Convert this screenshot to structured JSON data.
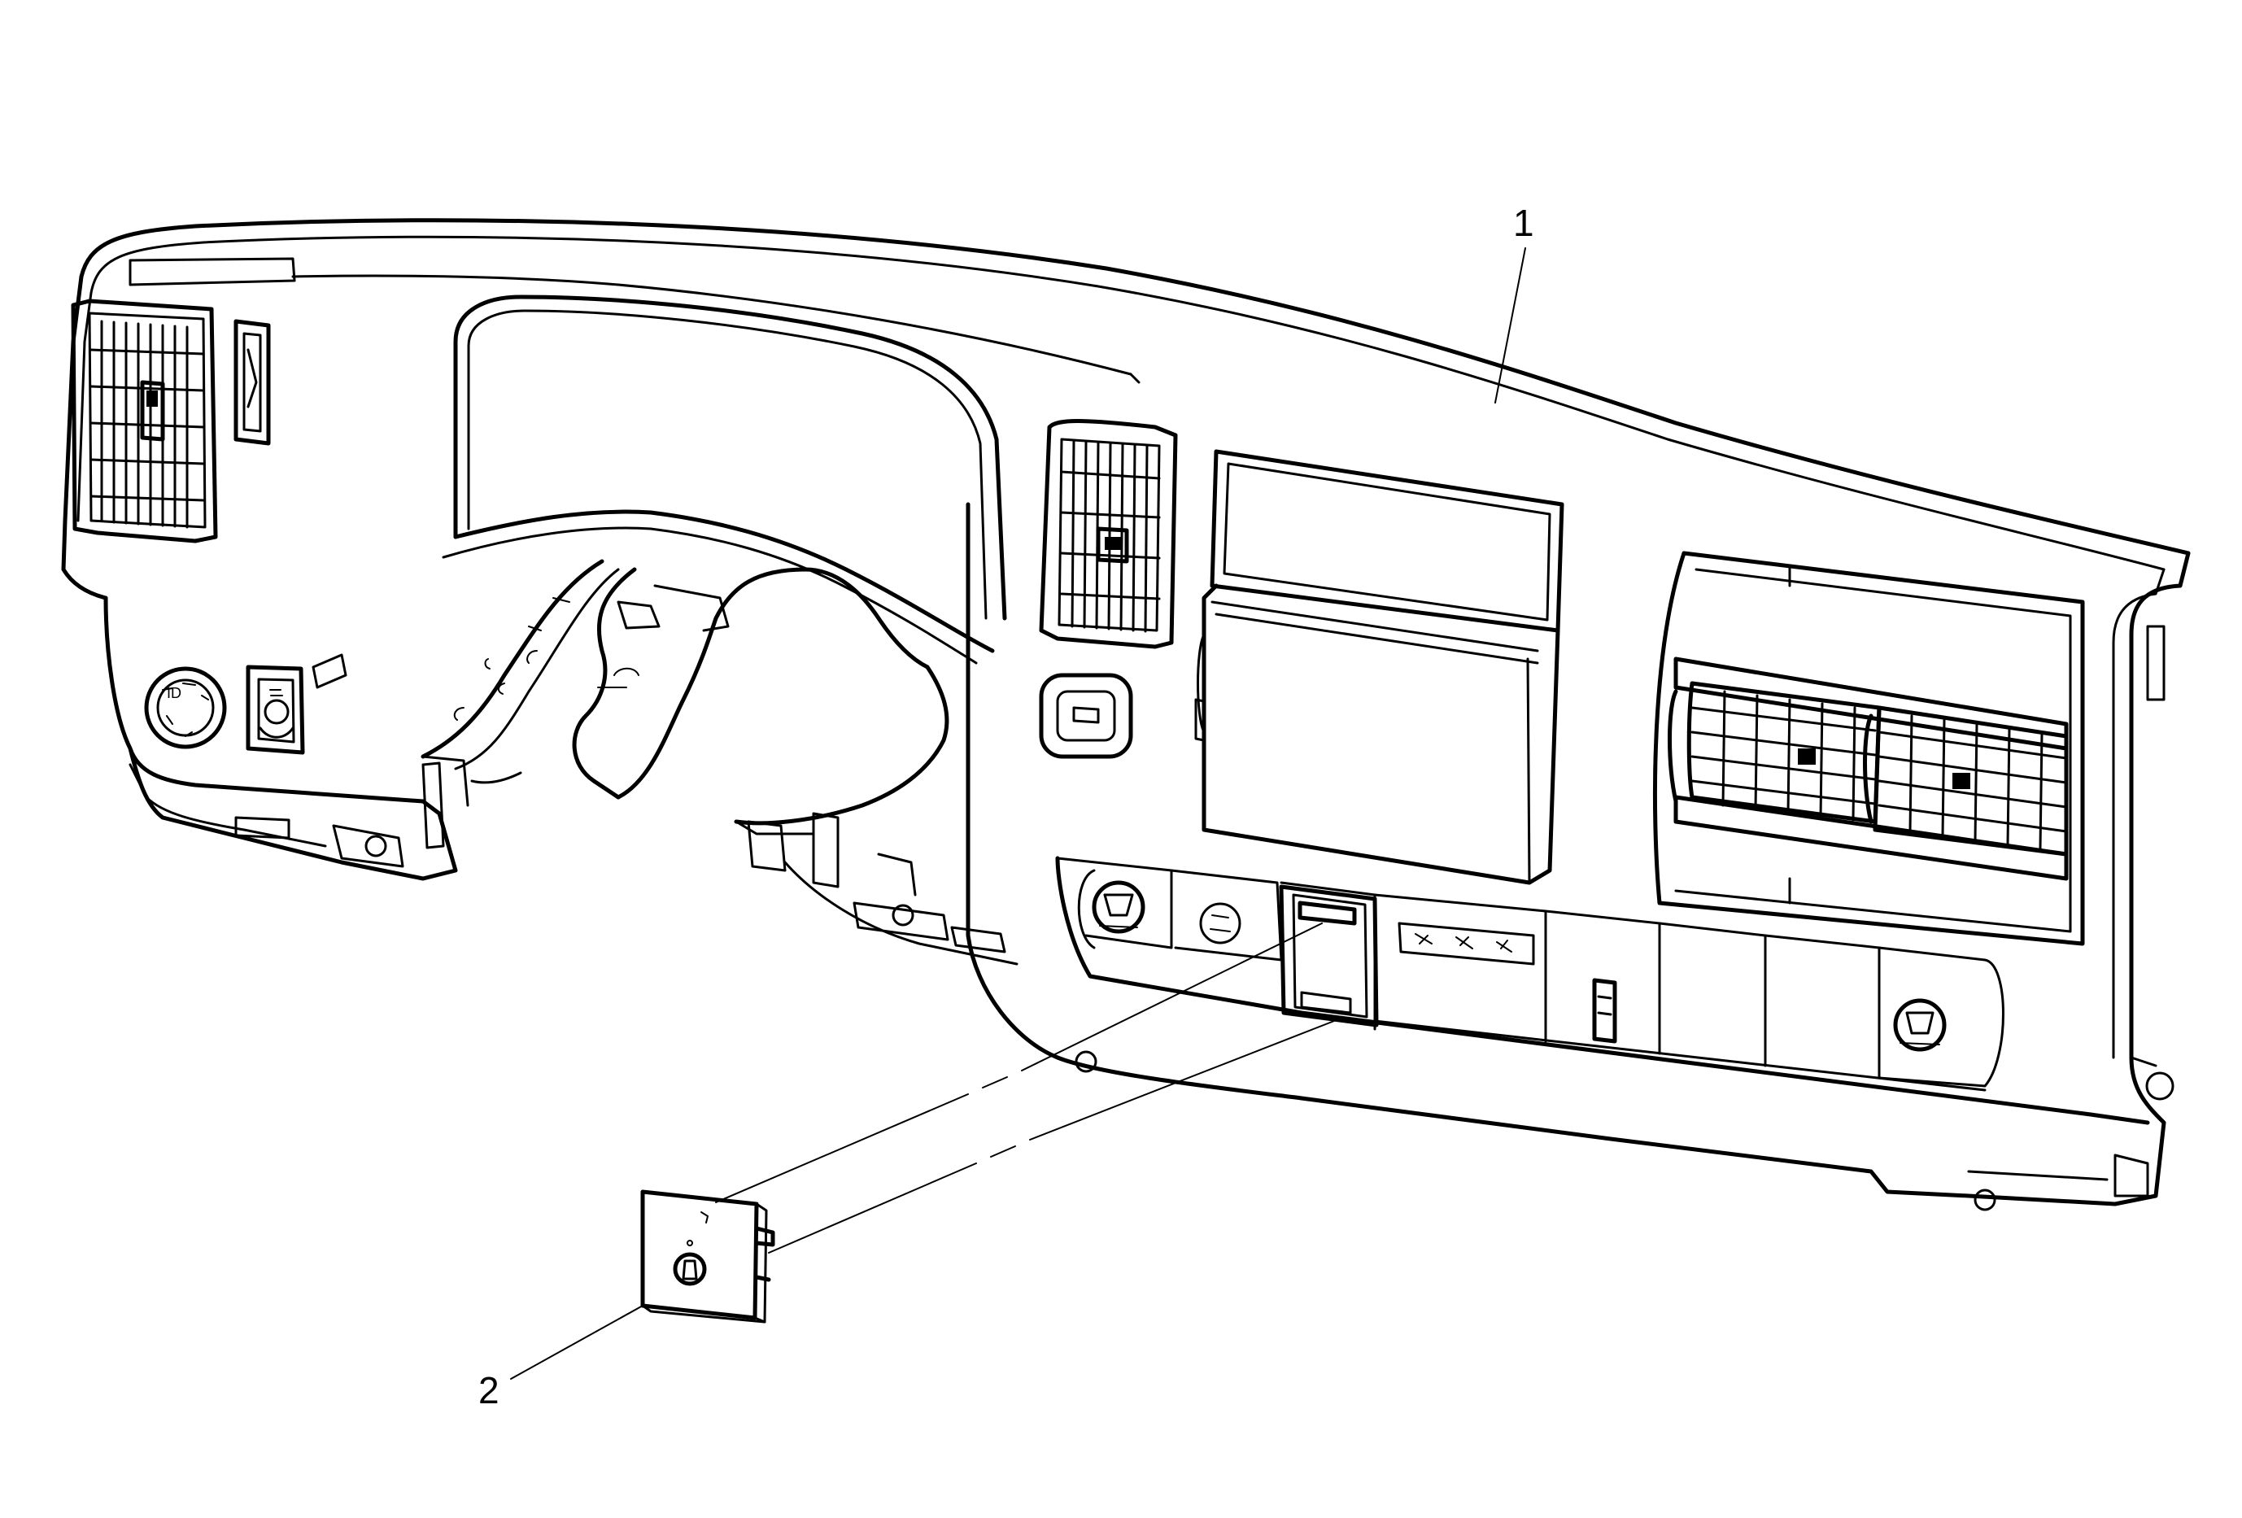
{
  "callouts": [
    {
      "id": "1",
      "label": "1"
    },
    {
      "id": "2",
      "label": "2"
    }
  ],
  "colors": {
    "line": "#000000",
    "background": "#ffffff"
  },
  "icons": [
    "air-vent-icon",
    "headlamp-switch-icon",
    "power-outlet-icon",
    "hazard-switch-icon"
  ]
}
